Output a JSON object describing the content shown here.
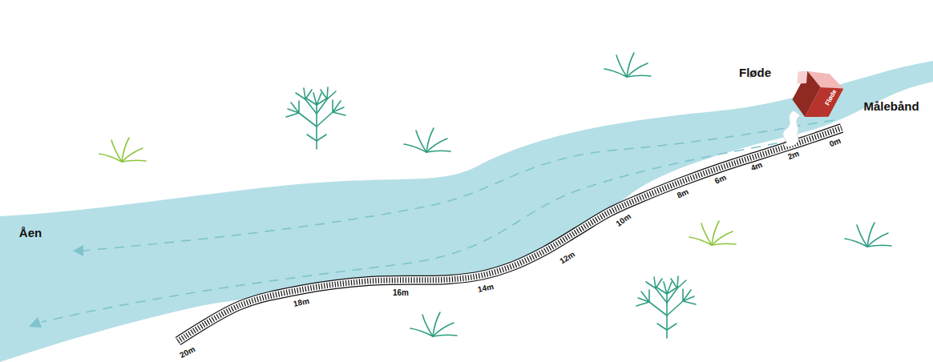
{
  "diagram": {
    "labels": [
      "Fløde",
      "Fløde",
      "Målebånd",
      "Åen",
      "0m",
      "2m",
      "4m",
      "6m",
      "8m",
      "10m",
      "12m",
      "14m",
      "16m",
      "18m",
      "20m"
    ]
  }
}
